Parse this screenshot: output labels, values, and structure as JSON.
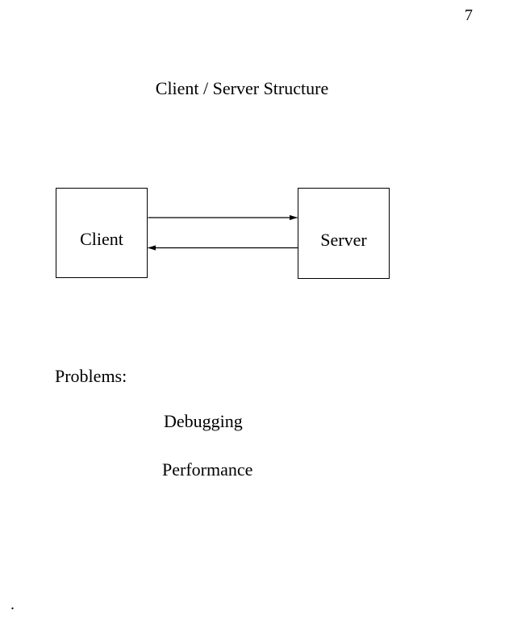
{
  "page": {
    "number": "7"
  },
  "title": "Client / Server Structure",
  "diagram": {
    "client_label": "Client",
    "server_label": "Server",
    "arrows": [
      {
        "from": "Client",
        "to": "Server",
        "direction": "right"
      },
      {
        "from": "Server",
        "to": "Client",
        "direction": "left"
      }
    ]
  },
  "problems": {
    "heading": "Problems:",
    "items": [
      "Debugging",
      "Performance"
    ]
  },
  "footer_mark": ".",
  "colors": {
    "background": "#ffffff",
    "ink": "#000000"
  }
}
